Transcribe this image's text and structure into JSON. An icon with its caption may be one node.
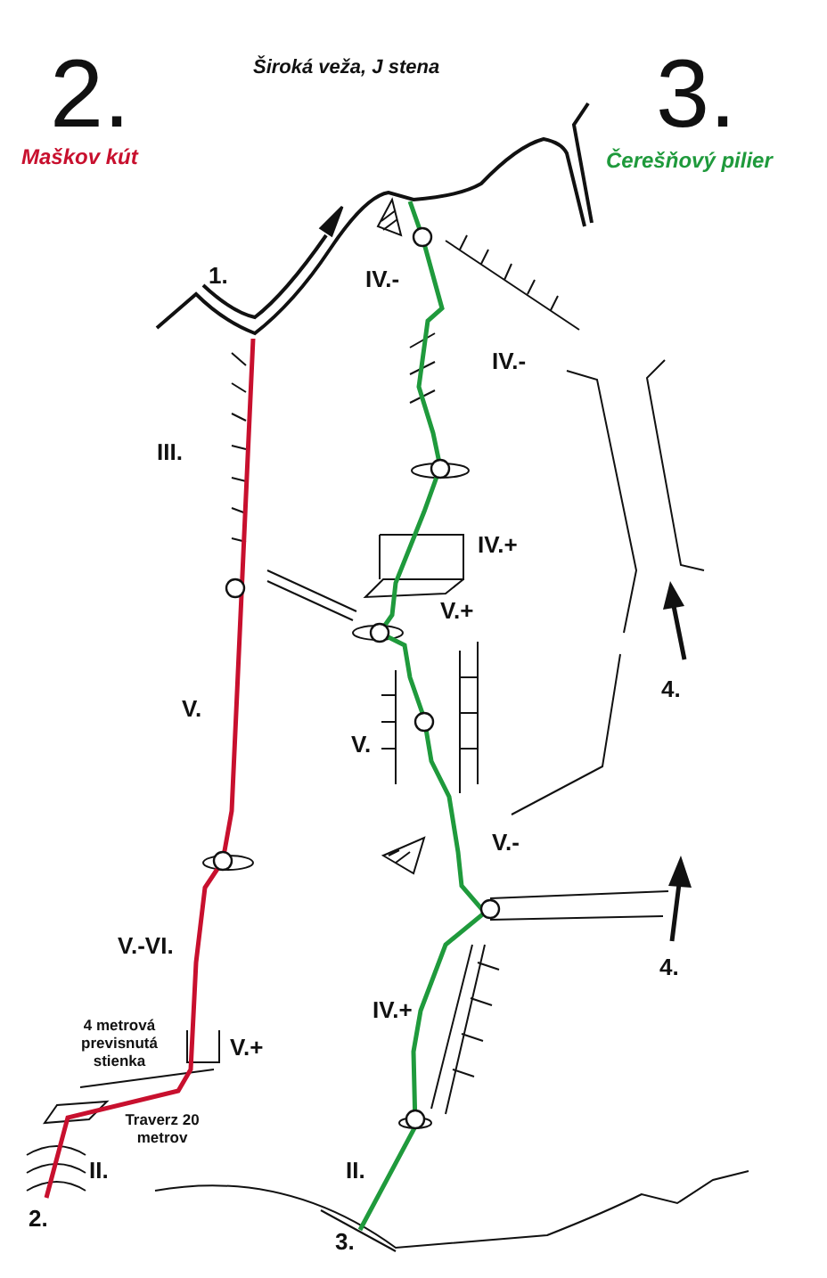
{
  "diagram": {
    "title": "Široká veža, J stena",
    "labels": [
      "2.",
      "3.",
      "Maškov kút",
      "Čerešňový pilier",
      "1.",
      "IV.-",
      "IV.-",
      "III.",
      "IV.+",
      "V.+",
      "V.",
      "4.",
      "V.",
      "V.-",
      "V.-VI.",
      "4.",
      "IV.+",
      "4 metrová previsnutá stienka",
      "V.+",
      "Traverz 20 metrov",
      "II.",
      "II.",
      "2.",
      "3."
    ]
  }
}
